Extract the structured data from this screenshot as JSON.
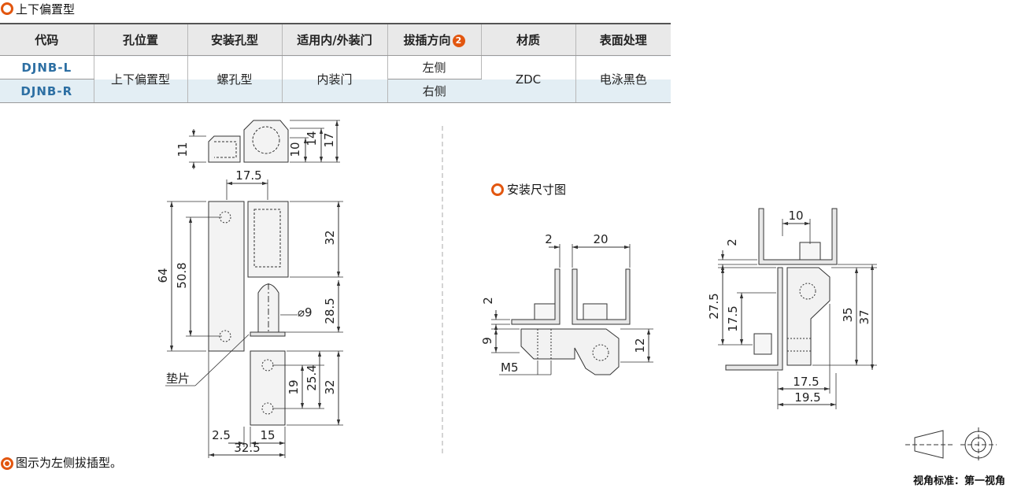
{
  "title": "上下偏置型",
  "table": {
    "headers": [
      "代码",
      "孔位置",
      "安装孔型",
      "适用内/外装门",
      "拔插方向",
      "材质",
      "表面处理"
    ],
    "header_badge": "2",
    "codes": [
      "DJNB-L",
      "DJNB-R"
    ],
    "hole_position": "上下偏置型",
    "mount_hole": "螺孔型",
    "door_type": "内装门",
    "directions": [
      "左侧",
      "右侧"
    ],
    "material": "ZDC",
    "finish": "电泳黑色"
  },
  "install_title": "安装尺寸图",
  "dims_main": {
    "top_h1": "11",
    "top_h2": "10",
    "top_h3": "14",
    "top_h4": "17",
    "width_top": "17.5",
    "height_total": "64",
    "hole_pitch": "50.8",
    "upper_h": "32",
    "pin_dia": "⌀9",
    "pin_h": "28.5",
    "lower_h": "32",
    "lower_p1": "25.4",
    "lower_p2": "19",
    "bottom_w1": "2.5",
    "bottom_w2": "15",
    "bottom_w": "32.5",
    "washer": "垫片"
  },
  "dims_install1": {
    "gap": "2",
    "width": "20",
    "t": "2",
    "h9": "9",
    "h12": "12",
    "thread": "M5"
  },
  "dims_install2": {
    "w10": "10",
    "t2": "2",
    "h275": "27.5",
    "h175": "17.5",
    "h35": "35",
    "h37": "37",
    "w175": "17.5",
    "w195": "19.5"
  },
  "note": "图示为左侧拔插型。",
  "footer": "视角标准：第一视角"
}
